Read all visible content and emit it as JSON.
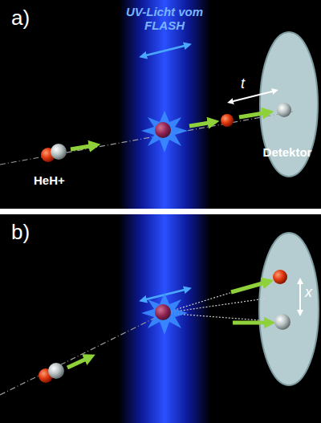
{
  "diagram": {
    "nodes": [
      {
        "text": [
          "a)"
        ]
      },
      {
        "text": [
          "UV-Licht vom FLASH"
        ],
        "in": 0
      },
      {
        "text": [
          "Detektor"
        ],
        "in": 0
      },
      {
        "text": [
          "b)"
        ]
      }
    ],
    "labels": [
      "HeH+",
      "t",
      "x"
    ]
  }
}
